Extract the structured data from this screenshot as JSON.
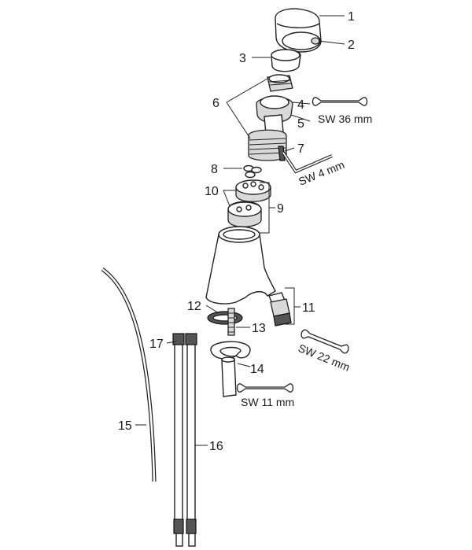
{
  "diagram": {
    "part_numbers": [
      "1",
      "2",
      "3",
      "4",
      "5",
      "6",
      "7",
      "8",
      "9",
      "10",
      "11",
      "12",
      "13",
      "14",
      "15",
      "16",
      "17"
    ],
    "tool_labels": {
      "sw36": "SW 36 mm",
      "sw4": "SW 4 mm",
      "sw22": "SW 22 mm",
      "sw11": "SW 11 mm"
    }
  }
}
